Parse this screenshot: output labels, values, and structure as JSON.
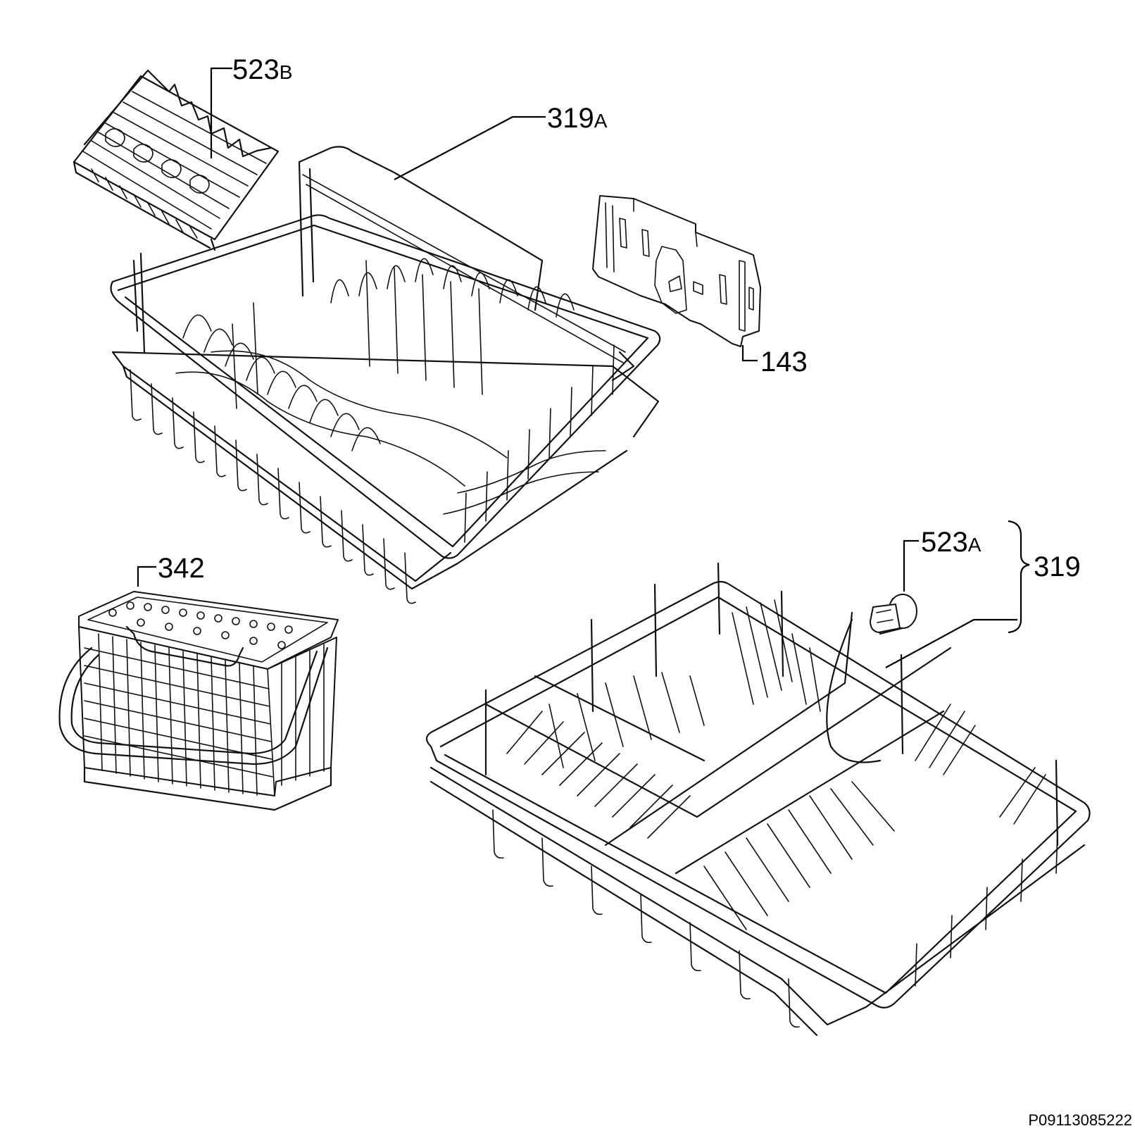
{
  "labels": {
    "comb_insert": {
      "number": "523",
      "suffix": "B"
    },
    "upper_basket": {
      "number": "319",
      "suffix": "A"
    },
    "rail_bracket": {
      "number": "143"
    },
    "wheel": {
      "number": "523",
      "suffix": "A"
    },
    "lower_basket": {
      "number": "319"
    },
    "cutlery_basket": {
      "number": "342"
    }
  },
  "diagram_id": "P09113085222"
}
